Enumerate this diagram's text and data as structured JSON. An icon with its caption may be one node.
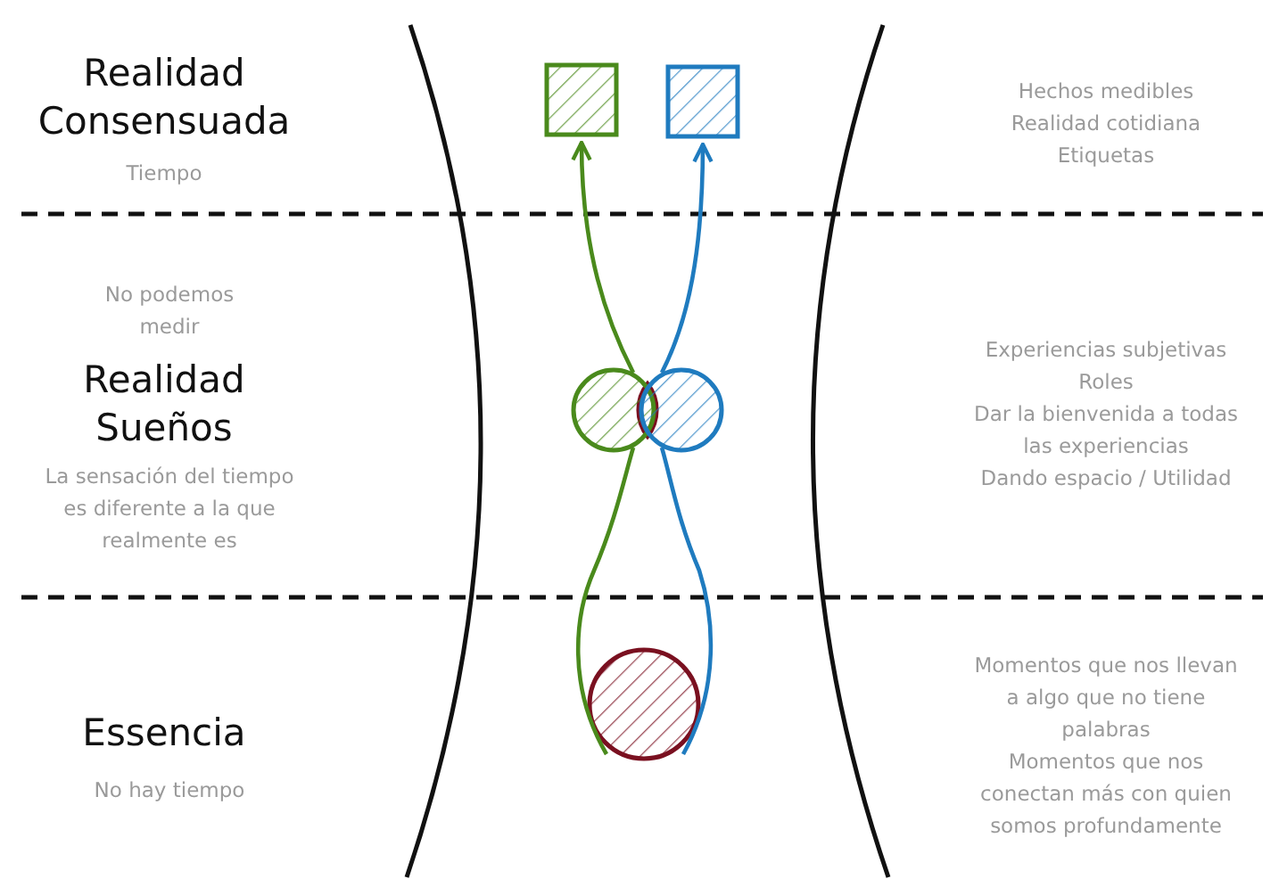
{
  "diagram": {
    "nodes": [
      {
        "text": [],
        "shape": "box"
      },
      {
        "text": [],
        "shape": "box"
      },
      {
        "text": [],
        "shape": "circle"
      },
      {
        "text": [],
        "shape": "circle"
      },
      {
        "text": [],
        "shape": "circle"
      }
    ],
    "edges": [
      {
        "from": 2,
        "to": 0,
        "arrow": "to",
        "color": "#4a8a1c"
      },
      {
        "from": 3,
        "to": 1,
        "arrow": "to",
        "color": "#1f7bbf"
      },
      {
        "from": 4,
        "to": 2,
        "arrow": "none",
        "color": "#4a8a1c"
      },
      {
        "from": 4,
        "to": 3,
        "arrow": "none",
        "color": "#1f7bbf"
      }
    ],
    "labels": [
      "Realidad Consensuada",
      "Tiempo",
      "Hechos medibles",
      "Realidad cotidiana",
      "Etiquetas",
      "No podemos medir",
      "Realidad Sueños",
      "La sensación del tiempo es diferente a la que realmente es",
      "Experiencias subjetivas",
      "Roles",
      "Dar la bienvenida a todas las experiencias",
      "Dando espacio / Utilidad",
      "Essencia",
      "No hay tiempo",
      "Momentos que nos llevan a algo que no tiene palabras",
      "Momentos que nos conectan más con quien somos profundamente"
    ]
  }
}
